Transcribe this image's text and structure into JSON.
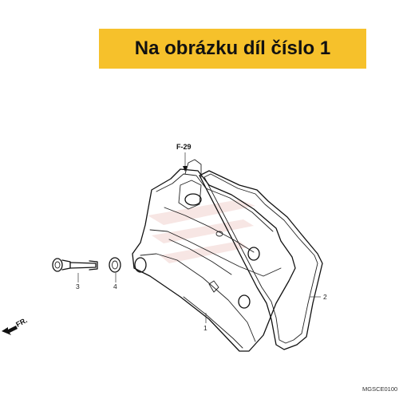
{
  "banner": {
    "text": "Na obrázku díl číslo 1",
    "color": "#f6c12b"
  },
  "diagram": {
    "reference": "F-29",
    "front_marker": "FR.",
    "code": "MGSCE0100",
    "callouts": [
      {
        "number": "1"
      },
      {
        "number": "2"
      },
      {
        "number": "3"
      },
      {
        "number": "4"
      }
    ]
  }
}
